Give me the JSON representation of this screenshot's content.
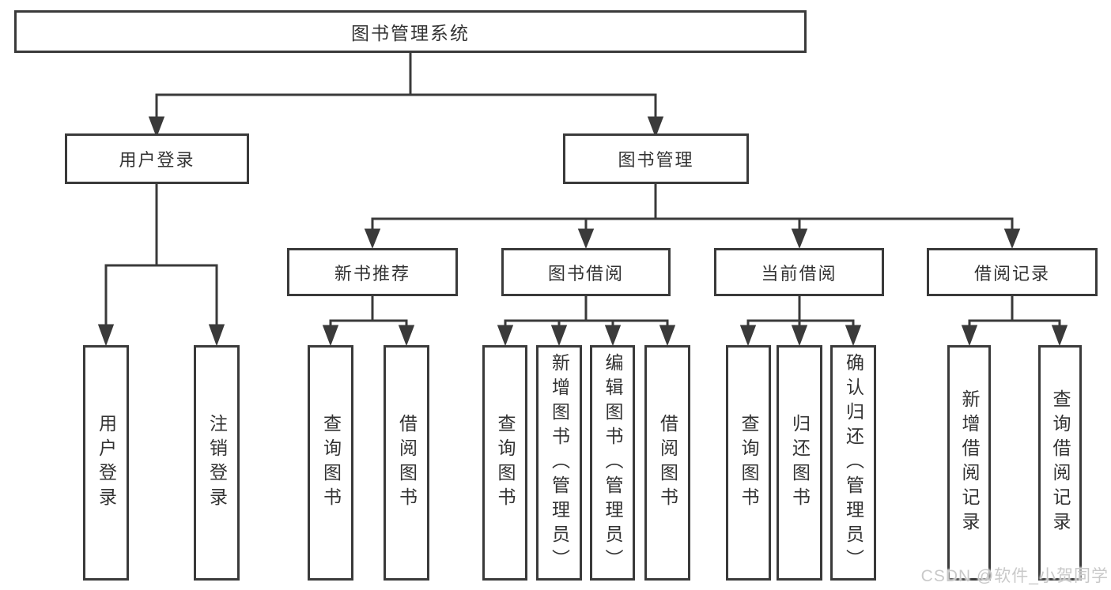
{
  "diagram": {
    "watermark": "CSDN @软件_小贺同学",
    "colors": {
      "line": "#3a3a3a",
      "text": "#333333",
      "background": "#ffffff",
      "watermark": "#c9c9c9"
    }
  },
  "nodes": {
    "root": {
      "label": "图书管理系统"
    },
    "level1": [
      {
        "label": "用户登录"
      },
      {
        "label": "图书管理"
      }
    ],
    "level2": [
      {
        "label": "新书推荐"
      },
      {
        "label": "图书借阅"
      },
      {
        "label": "当前借阅"
      },
      {
        "label": "借阅记录"
      }
    ],
    "leaves": {
      "user_login": [
        {
          "label": "用户登录"
        },
        {
          "label": "注销登录"
        }
      ],
      "new_book_recommend": [
        {
          "label": "查询图书"
        },
        {
          "label": "借阅图书"
        }
      ],
      "book_borrow": [
        {
          "label": "查询图书"
        },
        {
          "label": "新增图书（管理员）"
        },
        {
          "label": "编辑图书（管理员）"
        },
        {
          "label": "借阅图书"
        }
      ],
      "current_borrow": [
        {
          "label": "查询图书"
        },
        {
          "label": "归还图书"
        },
        {
          "label": "确认归还（管理员）"
        }
      ],
      "borrow_records": [
        {
          "label": "新增借阅记录"
        },
        {
          "label": "查询借阅记录"
        }
      ]
    }
  }
}
